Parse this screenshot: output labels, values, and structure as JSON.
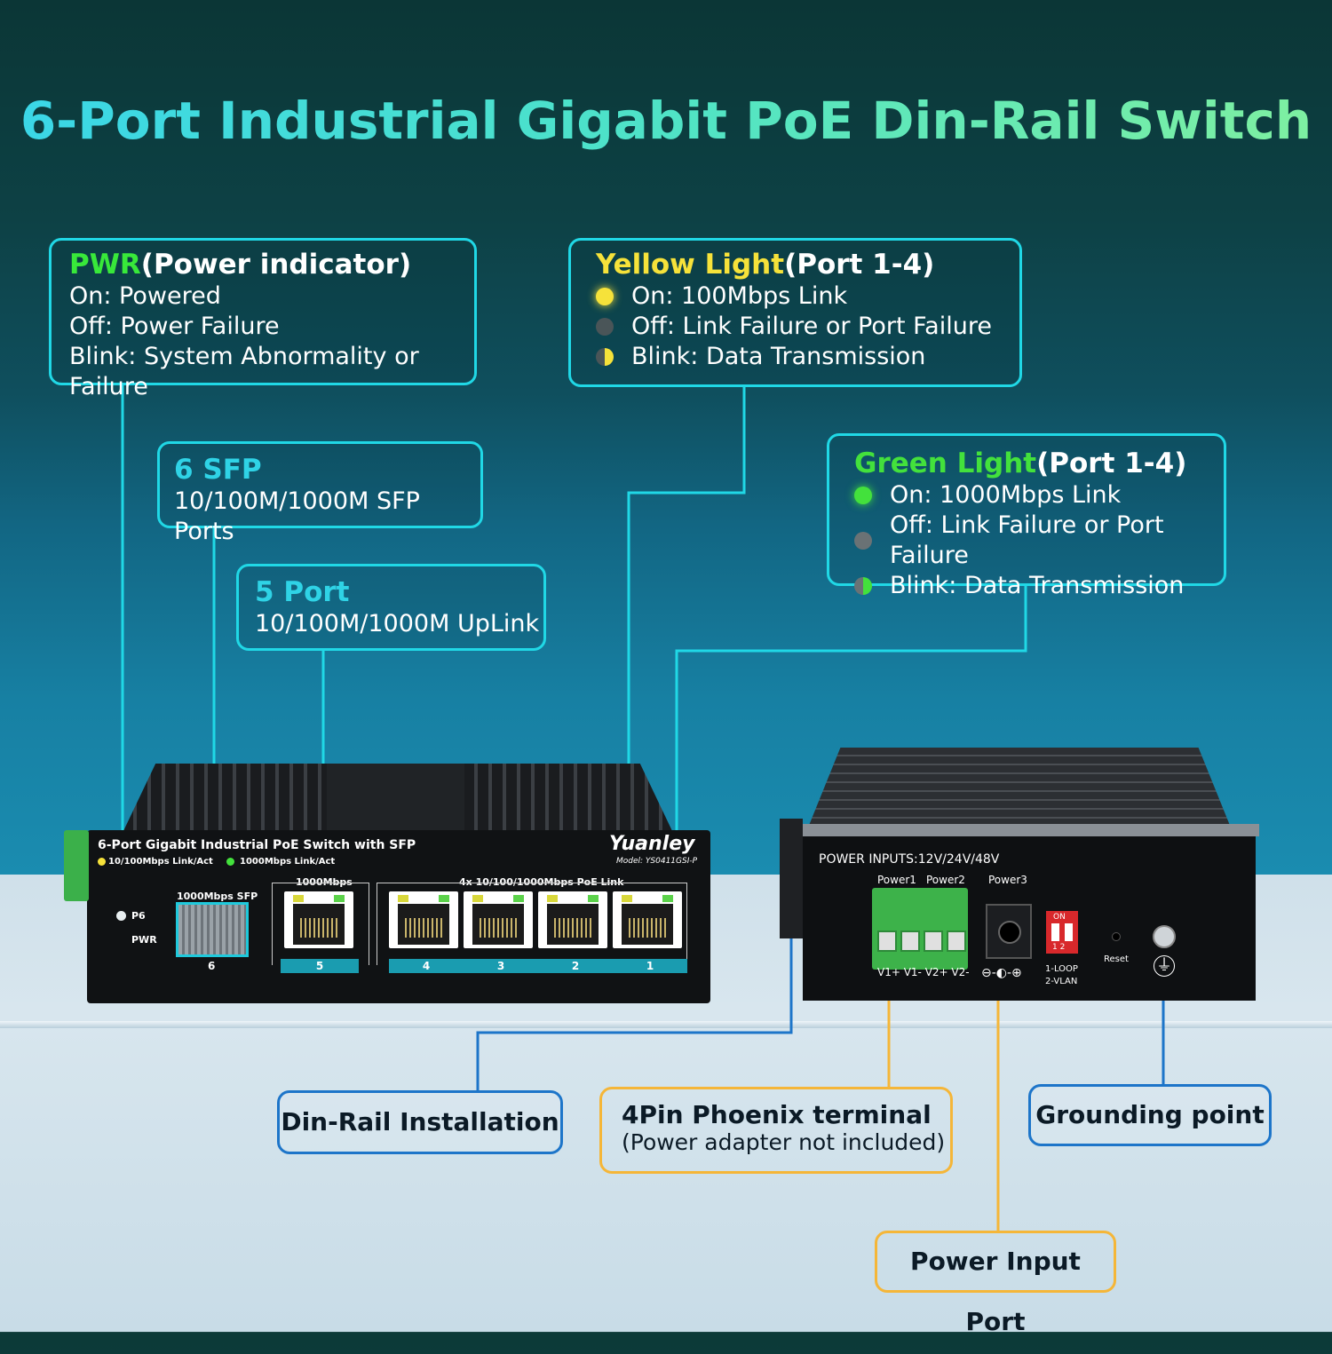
{
  "title": "6-Port Industrial Gigabit PoE Din-Rail Switch",
  "pwr_box": {
    "heading_colored": "PWR",
    "heading_rest": "(Power indicator)",
    "lines": [
      "On: Powered",
      "Off: Power Failure",
      "Blink: System Abnormality or Failure"
    ]
  },
  "yellow_box": {
    "heading_colored": "Yellow Light",
    "heading_rest": "(Port 1-4)",
    "lines": [
      "On: 100Mbps Link",
      "Off: Link Failure or Port Failure",
      "Blink: Data Transmission"
    ]
  },
  "green_box": {
    "heading_colored": "Green Light",
    "heading_rest": "(Port 1-4)",
    "lines": [
      "On: 1000Mbps Link",
      "Off: Link Failure or Port Failure",
      "Blink: Data Transmission"
    ]
  },
  "sfp_box": {
    "heading": "6 SFP",
    "line": "10/100M/1000M SFP Ports"
  },
  "port5_box": {
    "heading": "5 Port",
    "line": "10/100M/1000M UpLink"
  },
  "bottom_labels": {
    "din_rail": "Din-Rail Installation",
    "phoenix_title": "4Pin Phoenix terminal",
    "phoenix_sub": "(Power adapter not included)",
    "grounding": "Grounding point",
    "power_input": "Power Input Port"
  },
  "device_left": {
    "name": "6-Port Gigabit Industrial PoE Switch with SFP",
    "legend_yellow": "10/100Mbps Link/Act",
    "legend_green": "1000Mbps Link/Act",
    "brand": "Yuanley",
    "model": "Model: YS0411GSI-P",
    "sfp_label": "1000Mbps SFP",
    "uplink_label": "1000Mbps",
    "poe_label": "4x 10/100/1000Mbps PoE Link",
    "led_p6": "P6",
    "led_pwr": "PWR",
    "port_numbers": [
      "6",
      "5",
      "4",
      "3",
      "2",
      "1"
    ]
  },
  "device_right": {
    "power_inputs": "POWER INPUTS:12V/24V/48V",
    "power1": "Power1",
    "power2": "Power2",
    "power3": "Power3",
    "terminal_labels": "V1+ V1- V2+ V2-",
    "dip_on": "ON",
    "dip_nums": "1  2",
    "dip_mode1": "1-LOOP",
    "dip_mode2": "2-VLAN",
    "reset": "Reset"
  },
  "colors": {
    "cyan_border": "#20d8e6",
    "pwr_green": "#38e83a",
    "yellow": "#f6e23a",
    "green": "#43e13c",
    "blue_border": "#1d75c9",
    "orange_border": "#f5b638"
  }
}
